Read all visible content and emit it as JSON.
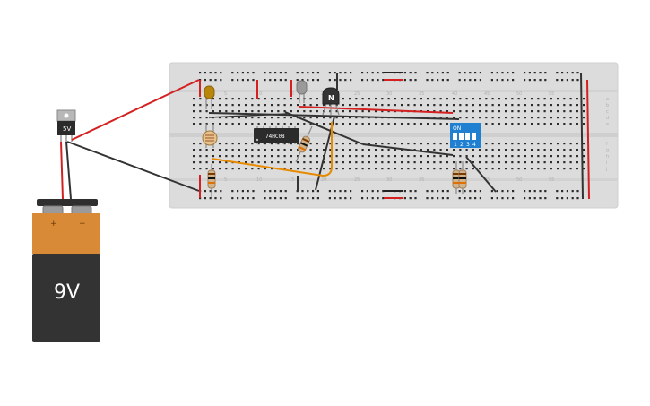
{
  "battery": {
    "label": "9V",
    "plus": "+",
    "minus": "−"
  },
  "regulator": {
    "label": "5V"
  },
  "chip": {
    "label": "74HC08"
  },
  "transistor": {
    "label": "N"
  },
  "dip_switch": {
    "on_label": "ON",
    "switch_numbers": [
      "1",
      "2",
      "3",
      "4"
    ]
  },
  "breadboard": {
    "column_numbers_top": [
      "1",
      "5",
      "10",
      "15",
      "20",
      "25",
      "30",
      "35",
      "40",
      "45",
      "50",
      "55",
      "60"
    ],
    "column_numbers_bottom": [
      "1",
      "5",
      "10",
      "15",
      "20",
      "25",
      "30",
      "35",
      "40",
      "45",
      "50",
      "55",
      "60"
    ],
    "row_letters_top": [
      "a",
      "b",
      "c",
      "d",
      "e"
    ],
    "row_letters_bottom": [
      "f",
      "g",
      "h",
      "i",
      "j"
    ]
  },
  "colors": {
    "wire_red": "#d42020",
    "wire_black": "#333333",
    "wire_orange": "#e88a00",
    "board": "#dcdcdc",
    "battery_top": "#d98a37",
    "battery_body": "#333333",
    "dip_switch": "#1f7fd0"
  }
}
